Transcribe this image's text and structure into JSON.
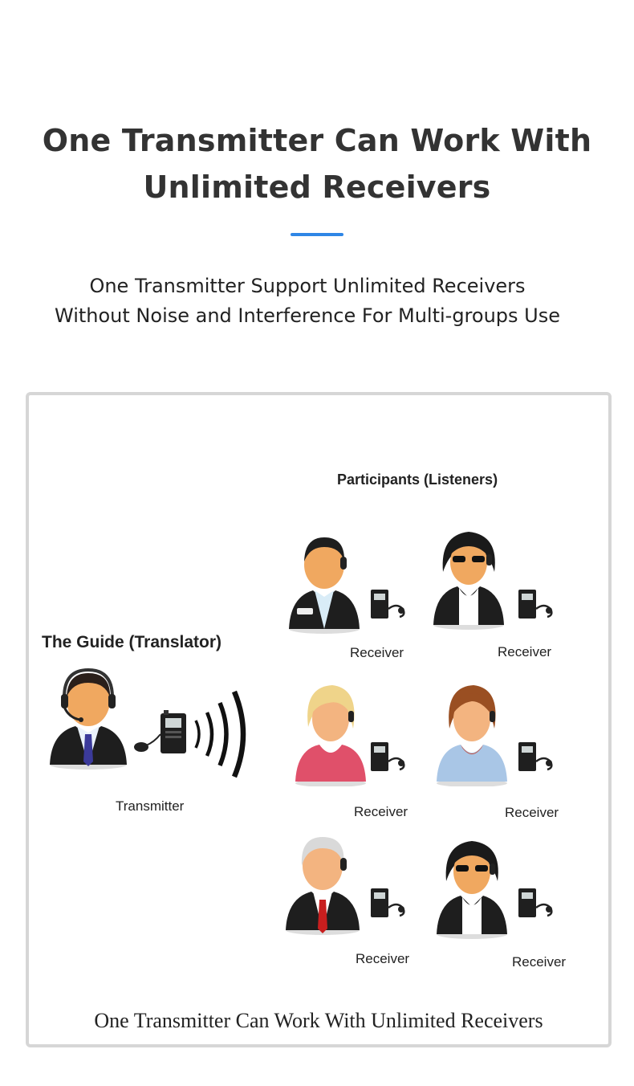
{
  "header": {
    "title_line1": "One Transmitter Can Work With",
    "title_line2": "Unlimited Receivers",
    "accent_color": "#2f86e6"
  },
  "subtitle": {
    "line1": "One Transmitter Support Unlimited Receivers",
    "line2": "Without Noise and Interference For Multi-groups Use"
  },
  "diagram": {
    "participants_label": "Participants (Listeners)",
    "guide_label": "The Guide  (Translator)",
    "transmitter_label": "Transmitter",
    "receivers": [
      {
        "label": "Receiver",
        "person": "man-suit-headset"
      },
      {
        "label": "Receiver",
        "person": "woman-sunglasses"
      },
      {
        "label": "Receiver",
        "person": "blonde-woman-pink"
      },
      {
        "label": "Receiver",
        "person": "woman-blue-top"
      },
      {
        "label": "Receiver",
        "person": "grey-hair-man-red-tie"
      },
      {
        "label": "Receiver",
        "person": "woman-sunglasses"
      }
    ],
    "caption": "One Transmitter Can Work With  Unlimited Receivers"
  }
}
